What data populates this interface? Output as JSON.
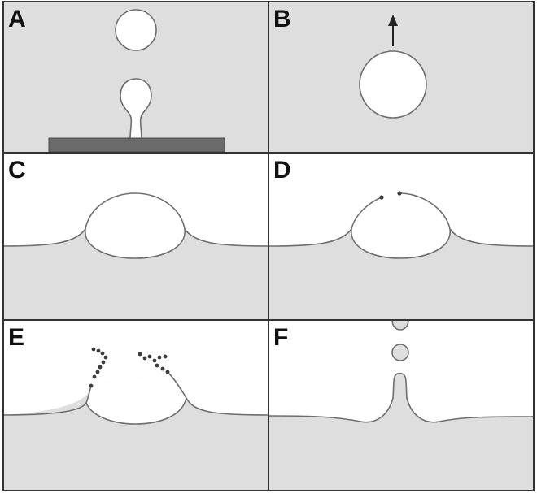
{
  "colors": {
    "background": "#dedede",
    "air": "#ffffff",
    "outline": "#6e6e6e",
    "frame": "#333333",
    "substrate": "#6b6b6b",
    "particle": "#3c3c3c",
    "arrow": "#222222"
  },
  "panels": {
    "a": {
      "label": "A"
    },
    "b": {
      "label": "B"
    },
    "c": {
      "label": "C"
    },
    "d": {
      "label": "D"
    },
    "e": {
      "label": "E"
    },
    "f": {
      "label": "F"
    }
  }
}
